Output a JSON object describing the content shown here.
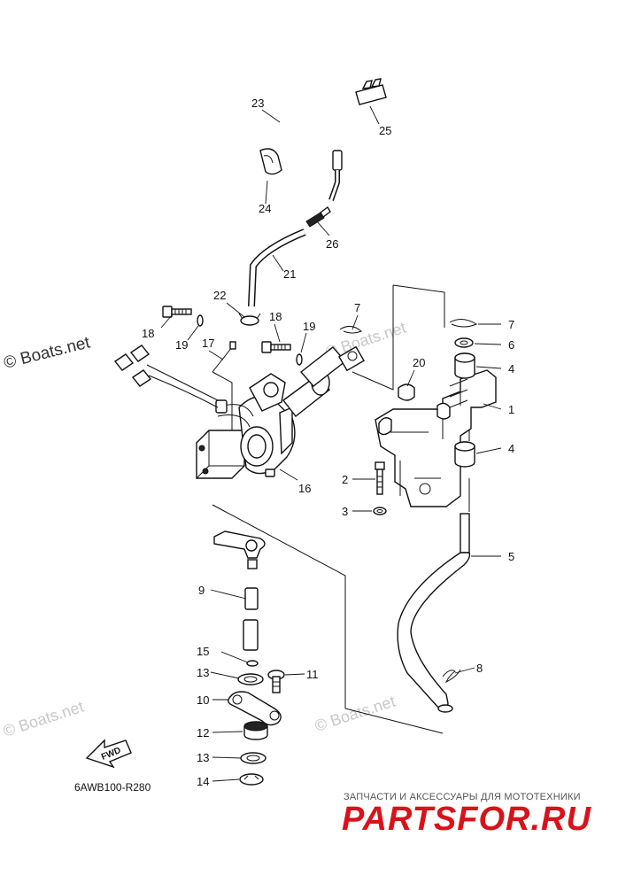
{
  "callouts": [
    {
      "id": "c1",
      "label": "1"
    },
    {
      "id": "c2",
      "label": "2"
    },
    {
      "id": "c3",
      "label": "3"
    },
    {
      "id": "c4a",
      "label": "4"
    },
    {
      "id": "c4b",
      "label": "4"
    },
    {
      "id": "c5",
      "label": "5"
    },
    {
      "id": "c6",
      "label": "6"
    },
    {
      "id": "c7a",
      "label": "7"
    },
    {
      "id": "c7b",
      "label": "7"
    },
    {
      "id": "c8",
      "label": "8"
    },
    {
      "id": "c9",
      "label": "9"
    },
    {
      "id": "c10",
      "label": "10"
    },
    {
      "id": "c11",
      "label": "11"
    },
    {
      "id": "c12",
      "label": "12"
    },
    {
      "id": "c13a",
      "label": "13"
    },
    {
      "id": "c13b",
      "label": "13"
    },
    {
      "id": "c14",
      "label": "14"
    },
    {
      "id": "c15",
      "label": "15"
    },
    {
      "id": "c16",
      "label": "16"
    },
    {
      "id": "c17",
      "label": "17"
    },
    {
      "id": "c18a",
      "label": "18"
    },
    {
      "id": "c18b",
      "label": "18"
    },
    {
      "id": "c19a",
      "label": "19"
    },
    {
      "id": "c19b",
      "label": "19"
    },
    {
      "id": "c20",
      "label": "20"
    },
    {
      "id": "c21",
      "label": "21"
    },
    {
      "id": "c22",
      "label": "22"
    },
    {
      "id": "c23",
      "label": "23"
    },
    {
      "id": "c24",
      "label": "24"
    },
    {
      "id": "c25",
      "label": "25"
    },
    {
      "id": "c26",
      "label": "26"
    }
  ],
  "diagram_code": "6AWB100-R280",
  "fwd_label": "FWD",
  "watermarks": {
    "boats_main": "© Boats.net",
    "boats_faint": "© Boats.net"
  },
  "branding": {
    "tagline": "ЗАПЧАСТИ И АКСЕССУАРЫ ДЛЯ МОТОТЕХНИКИ",
    "site": "PARTSFOR.RU",
    "accent_color": "#d9121a"
  }
}
